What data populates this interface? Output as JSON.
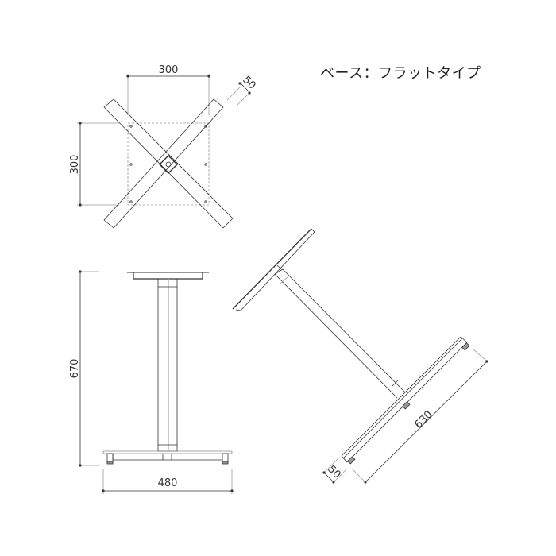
{
  "title": "ベース：フラットタイプ",
  "top_view": {
    "dim_width": "300",
    "dim_height": "300",
    "dim_bar_width": "50"
  },
  "side_view": {
    "dim_height": "670",
    "dim_base_width": "480"
  },
  "iso_view": {
    "dim_length": "630",
    "dim_bar_width": "50"
  },
  "colors": {
    "line": "#333333",
    "light_line": "#999999",
    "background": "#ffffff"
  }
}
